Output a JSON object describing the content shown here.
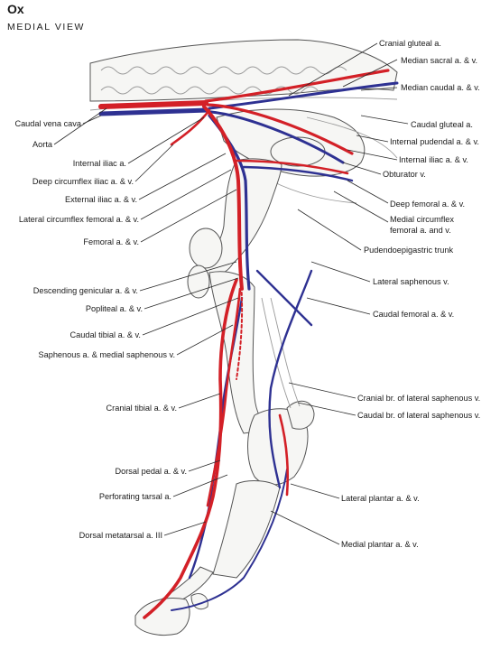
{
  "header": {
    "title": "Ox",
    "subtitle": "MEDIAL VIEW"
  },
  "colors": {
    "artery": "#d32027",
    "vein": "#2e3192",
    "bone_outline": "#555555",
    "label": "#1a1a1a"
  },
  "labels": {
    "cranial_gluteal": "Cranial gluteal a.",
    "median_sacral": "Median sacral a. & v.",
    "median_caudal": "Median caudal a. & v.",
    "caudal_gluteal": "Caudal gluteal  a.",
    "internal_pudendal": "Internal pudendal a. & v.",
    "internal_iliac_right": "Internal iliac a. & v.",
    "obturator": "Obturator v.",
    "deep_femoral": "Deep femoral a. & v.",
    "medial_circumflex_1": "Medial circumflex",
    "medial_circumflex_2": "femoral a. and v.",
    "pudendoepigastric": "Pudendoepigastric trunk",
    "lateral_saphenous": "Lateral saphenous v.",
    "caudal_femoral": "Caudal femoral a. & v.",
    "cranial_br_lat_saph": "Cranial br. of lateral saphenous v.",
    "caudal_br_lat_saph": "Caudal br. of lateral saphenous v.",
    "lateral_plantar": "Lateral plantar a. & v.",
    "medial_plantar": "Medial plantar a. & v.",
    "caudal_vena_cava": "Caudal vena cava",
    "aorta": "Aorta",
    "internal_iliac_left": "Internal iliac a.",
    "deep_circumflex_iliac": "Deep circumflex iliac a. & v.",
    "external_iliac": "External iliac a. & v.",
    "lateral_circumflex_femoral": "Lateral circumflex femoral a. & v.",
    "femoral": "Femoral a. & v.",
    "descending_genicular": "Descending genicular a. & v.",
    "popliteal": "Popliteal a. & v.",
    "caudal_tibial": "Caudal tibial a. & v.",
    "saphenous": "Saphenous a. & medial saphenous v.",
    "cranial_tibial": "Cranial tibial a. & v.",
    "dorsal_pedal": "Dorsal pedal a. & v.",
    "perforating_tarsal": "Perforating tarsal a.",
    "dorsal_metatarsal": "Dorsal metatarsal a. III"
  }
}
